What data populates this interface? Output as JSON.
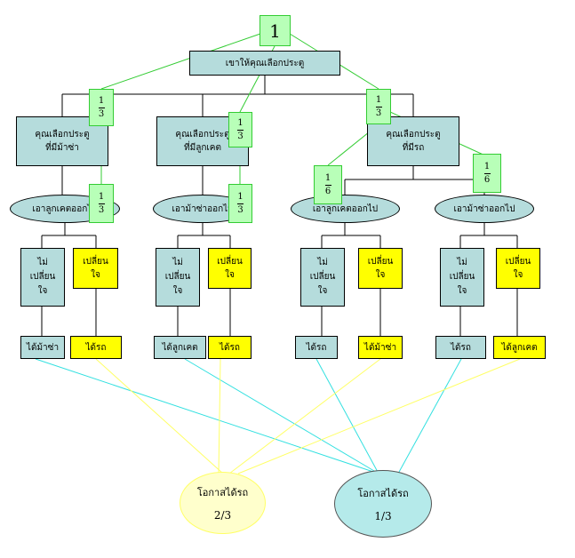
{
  "start": {
    "value": "1"
  },
  "root": {
    "label": "เขาให้คุณเลือกประตู"
  },
  "fractions": {
    "third": {
      "num": "1",
      "den": "3"
    },
    "sixth": {
      "num": "1",
      "den": "6"
    }
  },
  "choices": [
    {
      "line1": "คุณเลือกประตู",
      "line2": "ที่มีม้าซ่า"
    },
    {
      "line1": "คุณเลือกประตู",
      "line2": "ที่มีลูกเคต"
    },
    {
      "line1": "คุณเลือกประตู",
      "line2": "ที่มีรถ"
    }
  ],
  "reveals": [
    "เอาลูกเคตออกไป",
    "เอาม้าซ่าออกไป",
    "เอาลูกเคตออกไป",
    "เอาม้าซ่าออกไป"
  ],
  "decisions": {
    "stay": {
      "line1": "ไม่",
      "line2": "เปลี่ยน",
      "line3": "ใจ"
    },
    "switch": {
      "line1": "เปลี่ยน",
      "line2": "ใจ"
    }
  },
  "outcomes": {
    "stay": [
      "ได้ม้าซ่า",
      "ได้ลูกเคต",
      "ได้รถ",
      "ได้รถ"
    ],
    "switch": [
      "ได้รถ",
      "ได้รถ",
      "ได้ม้าซ่า",
      "ได้ลูกเคต"
    ]
  },
  "results": {
    "switch": {
      "label": "โอกาสได้รถ",
      "value": "2/3"
    },
    "stay": {
      "label": "โอกาสได้รถ",
      "value": "1/3"
    }
  },
  "colors": {
    "teal": "#b5dcdc",
    "yellow": "#ffff00",
    "green": "#33cc33",
    "cyan_line": "#33e0e0",
    "yellow_line": "#ffff66"
  }
}
